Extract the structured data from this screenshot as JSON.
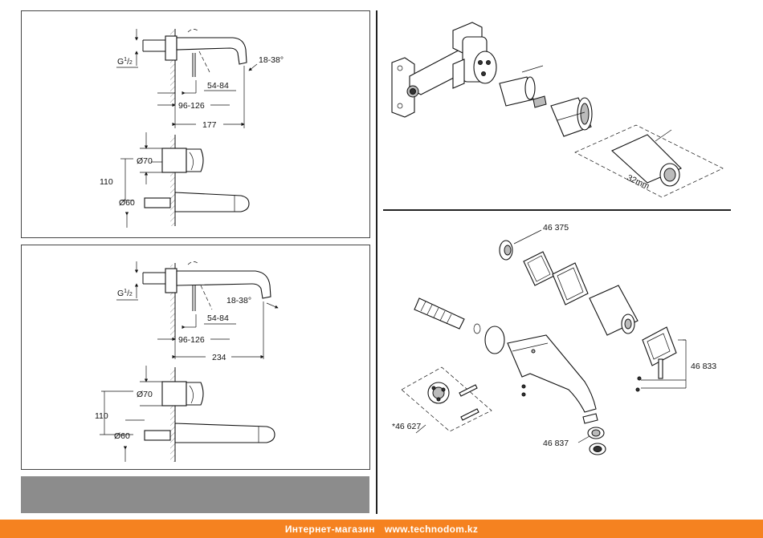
{
  "drawing1": {
    "thread": "G",
    "thread_num": "1",
    "thread_den": "2",
    "angle": "18-38°",
    "dim_a": "54-84",
    "dim_b": "96-126",
    "dim_c": "177",
    "dia_top": "Ø70",
    "height": "110",
    "dia_bottom": "Ø60"
  },
  "drawing2": {
    "thread": "G",
    "thread_num": "1",
    "thread_den": "2",
    "angle": "18-38°",
    "dim_a": "54-84",
    "dim_b": "96-126",
    "dim_c": "234",
    "dia_top": "Ø70",
    "height": "110",
    "dia_bottom": "Ø60"
  },
  "explode_top": {
    "tool_size": "32mm"
  },
  "explode_bottom": {
    "part_cap": "46 375",
    "part_handle": "46 833",
    "part_body": "*46 627",
    "part_aerator": "46 837"
  },
  "footer": {
    "shop": "Интернет-магазин",
    "site": "www.technodom.kz"
  },
  "colors": {
    "footer_bg": "#f58220",
    "grey_bar": "#8c8c8c"
  }
}
